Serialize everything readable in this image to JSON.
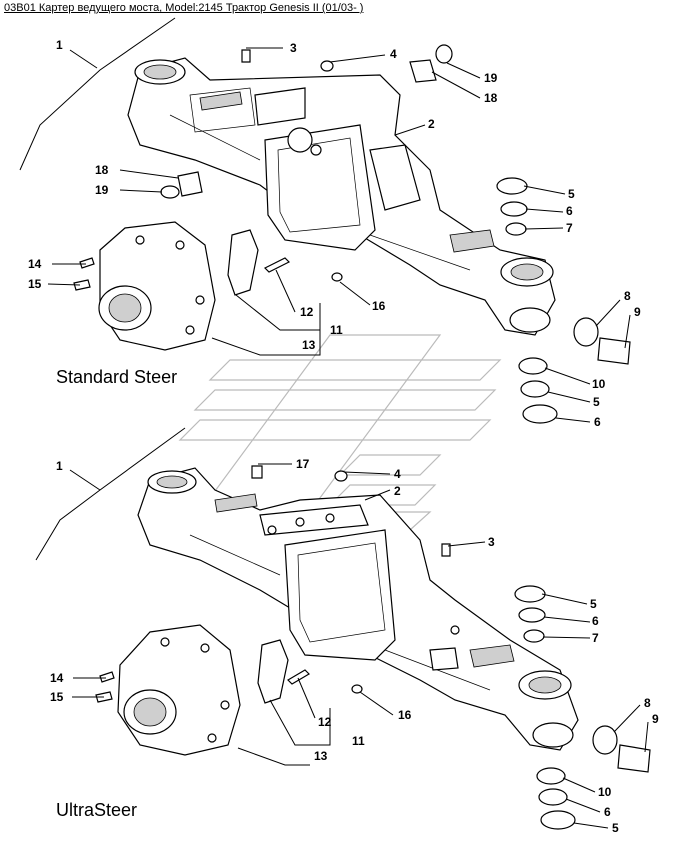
{
  "title": "03B01 Картер ведущего моста, Model:2145 Трактор Genesis II (01/03- )",
  "sections": [
    {
      "name": "Standard Steer",
      "callouts": [
        "1",
        "2",
        "3",
        "4",
        "5",
        "6",
        "7",
        "8",
        "9",
        "10",
        "5",
        "6",
        "11",
        "12",
        "13",
        "14",
        "15",
        "16",
        "18",
        "19",
        "18",
        "19"
      ]
    },
    {
      "name": "UltraSteer",
      "callouts": [
        "1",
        "2",
        "3",
        "4",
        "5",
        "6",
        "7",
        "8",
        "9",
        "10",
        "6",
        "5",
        "11",
        "12",
        "13",
        "14",
        "15",
        "16",
        "17"
      ]
    }
  ]
}
